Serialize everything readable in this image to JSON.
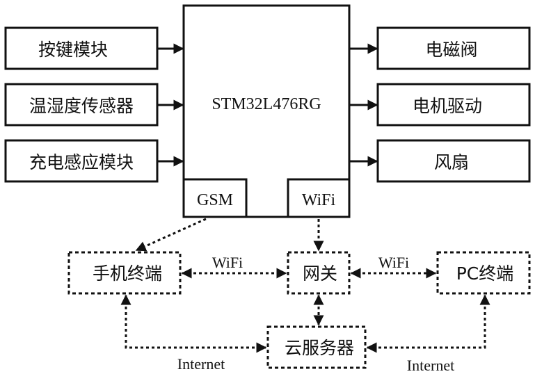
{
  "mcu": {
    "label": "STM32L476RG",
    "gsm": "GSM",
    "wifi": "WiFi"
  },
  "inputs": [
    "按键模块",
    "温湿度传感器",
    "充电感应模块"
  ],
  "outputs": [
    "电磁阀",
    "电机驱动",
    "风扇"
  ],
  "network": {
    "phone": "手机终端",
    "gateway": "网关",
    "pc": "PC终端",
    "cloud": "云服务器",
    "link_wifi_left": "WiFi",
    "link_wifi_right": "WiFi",
    "link_internet_left": "Internet",
    "link_internet_right": "Internet"
  }
}
